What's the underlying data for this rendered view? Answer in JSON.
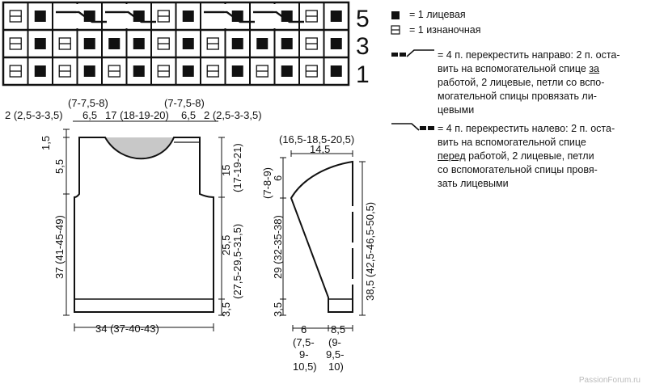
{
  "row_numbers": [
    "5",
    "3",
    "1"
  ],
  "chart_rows": {
    "r5": [
      "p",
      "k",
      "cross",
      "k",
      "cross",
      "k",
      "p",
      "k",
      "cross",
      "k",
      "cross",
      "k",
      "p",
      "k"
    ],
    "r3": [
      "p",
      "k",
      "p",
      "k",
      "k",
      "k",
      "p",
      "k",
      "p",
      "k",
      "k",
      "k",
      "p",
      "k"
    ],
    "r1": [
      "p",
      "k",
      "p",
      "k",
      "p",
      "k",
      "p",
      "k",
      "p",
      "k",
      "p",
      "k",
      "p",
      "k"
    ]
  },
  "legend": {
    "knit": "=  1 лицевая",
    "purl": "=  1 изнаночная",
    "cross_right": [
      "= 4 п. перекрестить направо: 2 п. оста-",
      "вить на вспомогательной спице ",
      "за",
      "работой, 2 лицевые, петли со вспо-",
      "могательной спицы провязать ли-",
      "цевыми"
    ],
    "cross_left": [
      "= 4 п. перекрестить налево: 2 п. оста-",
      "вить на вспомогательной спице",
      "перед",
      " работой, 2 лицевые, петли",
      "со вспомогательной спицы провя-",
      "зать лицевыми"
    ]
  },
  "body_labels": {
    "top_shoulder_a": "(7-7,5-8)",
    "top_shoulder_b": "(7-7,5-8)",
    "top_row": "2 (2,5-3-3,5)",
    "top_65a": "6,5",
    "top_17": "17 (18-19-20)",
    "top_65b": "6,5",
    "top_right": "2 (2,5-3-3,5)",
    "left_15": "1,5",
    "left_55": "5,5",
    "left_37": "37 (41-45-49)",
    "right_15": "15",
    "right_17": "(17-19-21)",
    "right_255": "25,5",
    "right_275": "(27,5-29,5-31,5)",
    "right_35": "3,5",
    "bottom_width": "34 (37-40-43)"
  },
  "sleeve_labels": {
    "top_a": "(16,5-18,5-20,5)",
    "top_b": "14,5",
    "left_789": "(7-8-9)",
    "left_6": "6",
    "left_29": "29 (32-35-38)",
    "left_35": "3,5",
    "right_385": "38,5 (42,5-46,5-50,5)",
    "bot_6": "6",
    "bot_85": "8,5",
    "bot_l1": "(7,5-",
    "bot_l2": "9-",
    "bot_l3": "10,5)",
    "bot_r1": "(9-",
    "bot_r2": "9,5-",
    "bot_r3": "10)"
  },
  "watermark": "PassionForum.ru",
  "colors": {
    "ink": "#111111",
    "neck": "#c8c8c8"
  }
}
